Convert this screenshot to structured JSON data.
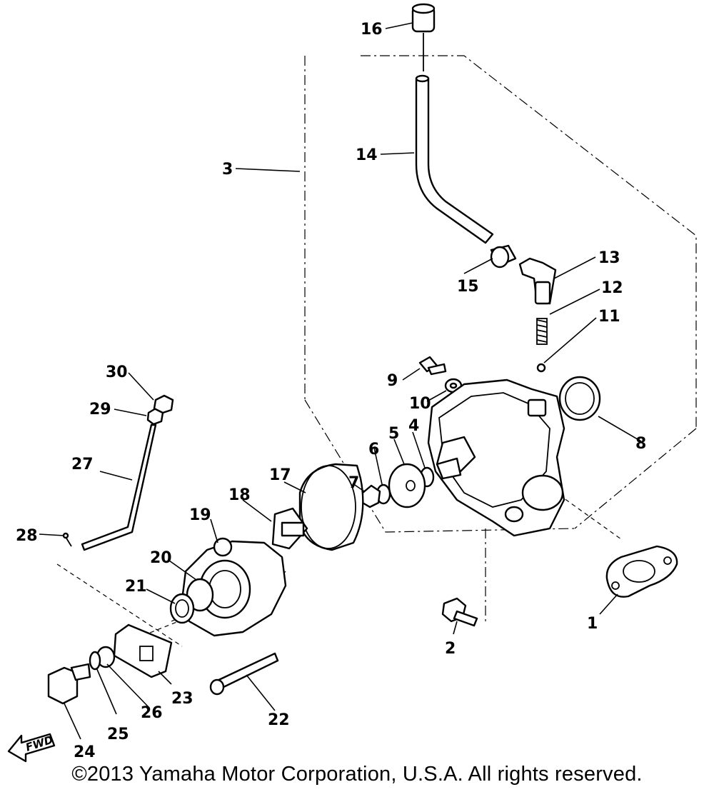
{
  "diagram": {
    "parts": [
      {
        "ref": "1"
      },
      {
        "ref": "2"
      },
      {
        "ref": "3"
      },
      {
        "ref": "4"
      },
      {
        "ref": "5"
      },
      {
        "ref": "6"
      },
      {
        "ref": "7"
      },
      {
        "ref": "8"
      },
      {
        "ref": "9"
      },
      {
        "ref": "10"
      },
      {
        "ref": "11"
      },
      {
        "ref": "12"
      },
      {
        "ref": "13"
      },
      {
        "ref": "14"
      },
      {
        "ref": "15"
      },
      {
        "ref": "16"
      },
      {
        "ref": "17"
      },
      {
        "ref": "18"
      },
      {
        "ref": "19"
      },
      {
        "ref": "20"
      },
      {
        "ref": "21"
      },
      {
        "ref": "22"
      },
      {
        "ref": "23"
      },
      {
        "ref": "24"
      },
      {
        "ref": "25"
      },
      {
        "ref": "26"
      },
      {
        "ref": "27"
      },
      {
        "ref": "28"
      },
      {
        "ref": "29"
      },
      {
        "ref": "30"
      }
    ],
    "fwd_label": "FWD"
  },
  "footer": {
    "copyright": "©2013 Yamaha Motor Corporation, U.S.A. All rights reserved."
  }
}
